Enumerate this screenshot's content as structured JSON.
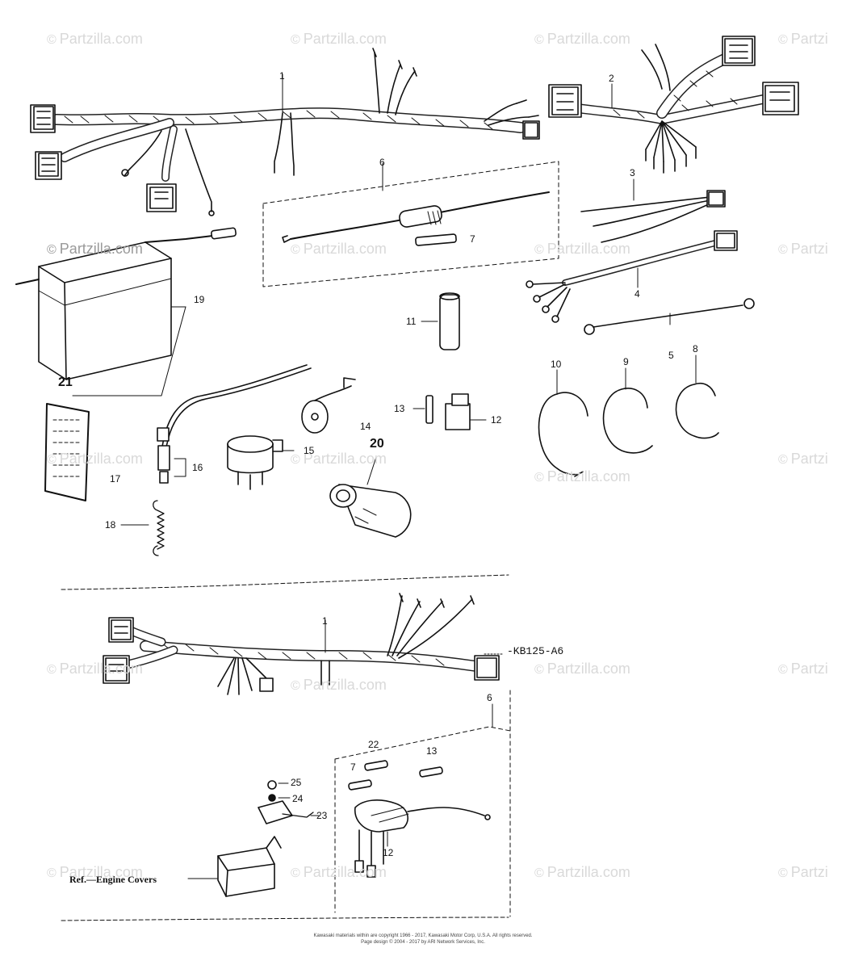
{
  "watermarks": [
    {
      "symbol": "©",
      "text": "Partzilla.com"
    },
    {
      "symbol": "©",
      "text": "Partzilla.com"
    },
    {
      "symbol": "©",
      "text": "Partzilla.com"
    },
    {
      "symbol": "©",
      "text": "Partzi"
    },
    {
      "symbol": "©",
      "text": "Partzilla.com"
    },
    {
      "symbol": "©",
      "text": "Partzilla.com"
    },
    {
      "symbol": "©",
      "text": "Partzilla.com"
    },
    {
      "symbol": "©",
      "text": "Partzi"
    },
    {
      "symbol": "©",
      "text": "Partzilla.com"
    },
    {
      "symbol": "©",
      "text": "Partzilla.com"
    },
    {
      "symbol": "©",
      "text": "Partzilla.com"
    },
    {
      "symbol": "©",
      "text": "Partzi"
    },
    {
      "symbol": "©",
      "text": "Partzilla.com"
    },
    {
      "symbol": "©",
      "text": "Partzilla.com"
    },
    {
      "symbol": "©",
      "text": "Partzilla.com"
    },
    {
      "symbol": "©",
      "text": "Partzi"
    },
    {
      "symbol": "©",
      "text": "Partzilla.com"
    },
    {
      "symbol": "©",
      "text": "Partzilla.com"
    },
    {
      "symbol": "©",
      "text": "Partzilla.com"
    },
    {
      "symbol": "©",
      "text": "Partzi"
    }
  ],
  "callouts": {
    "c1_top": "1",
    "c2": "2",
    "c3": "3",
    "c4": "4",
    "c5": "5",
    "c6_top": "6",
    "c7_top": "7",
    "c8": "8",
    "c9": "9",
    "c10": "10",
    "c11": "11",
    "c12_top": "12",
    "c13_top": "13",
    "c14": "14",
    "c15": "15",
    "c16": "16",
    "c17": "17",
    "c18": "18",
    "c19": "19",
    "c20": "20",
    "c21": "21",
    "c1_bottom": "1",
    "c6_bottom": "6",
    "c22": "22",
    "c7_bottom": "7",
    "c13_bottom": "13",
    "c25": "25",
    "c24": "24",
    "c23": "23",
    "c12_bottom": "12"
  },
  "model_code": "-KB125-A6",
  "reference_label": "Ref.—Engine Covers",
  "footer": {
    "line1": "Kawasaki materials within are copyright 1966 - 2017, Kawasaki Motor Corp, U.S.A.   All rights reserved.",
    "line2": "Page design © 2004 - 2017 by ARI Network Services, Inc."
  }
}
